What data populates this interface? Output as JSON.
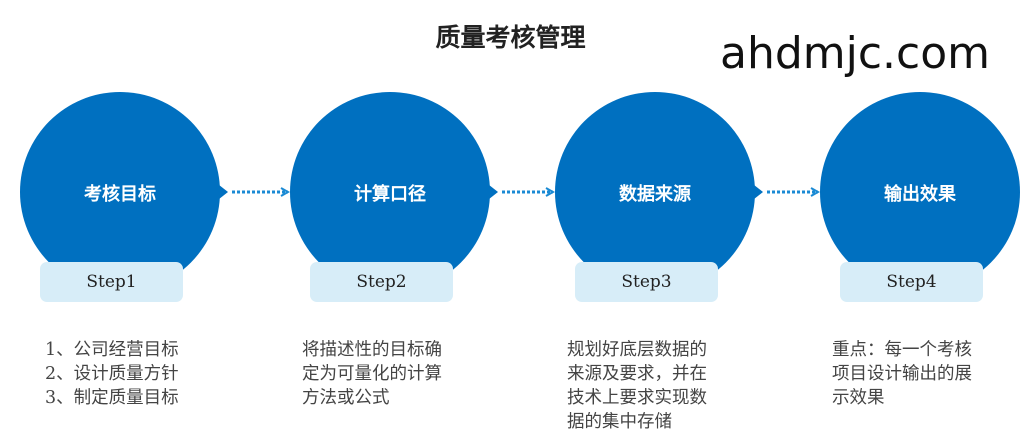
{
  "title": "质量考核管理",
  "steps": [
    {
      "name": "考核目标",
      "step": "Step1",
      "desc": [
        "1、公司经营目标",
        "2、设计质量方针",
        "3、制定质量目标"
      ]
    },
    {
      "name": "计算口径",
      "step": "Step2",
      "desc": [
        "将描述性的目标确",
        "定为可量化的计算",
        "方法或公式"
      ]
    },
    {
      "name": "数据来源",
      "step": "Step3",
      "desc": [
        "规划好底层数据的",
        "来源及要求，并在",
        "技术上要求实现数",
        "据的集中存储"
      ]
    },
    {
      "name": "输出效果",
      "step": "Step4",
      "desc": [
        "重点：每一个考核",
        "项目设计输出的展",
        "示效果"
      ]
    }
  ],
  "watermark": "ahdmjc.com",
  "colors": {
    "circle": "#0070c0",
    "arrow": "#1a8ad4",
    "pill": "#d7edf8"
  }
}
